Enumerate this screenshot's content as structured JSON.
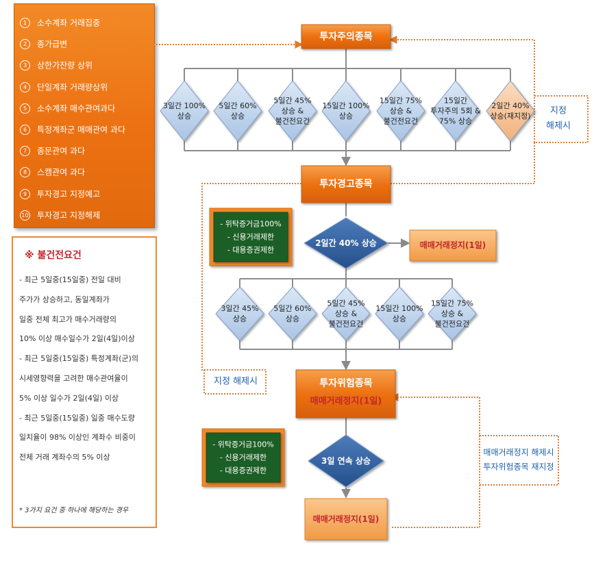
{
  "legend": {
    "items": [
      {
        "num": "1",
        "label": "소수계좌 거래집중"
      },
      {
        "num": "2",
        "label": "종가급변"
      },
      {
        "num": "3",
        "label": "상한가잔량 상위"
      },
      {
        "num": "4",
        "label": "단일계좌 거래량상위"
      },
      {
        "num": "5",
        "label": "소수계좌 매수관여과다"
      },
      {
        "num": "6",
        "label": "특정계좌군 매매관여 과다"
      },
      {
        "num": "7",
        "label": "종문관여 과다"
      },
      {
        "num": "8",
        "label": "스캠관여 과다"
      },
      {
        "num": "9",
        "label": "투자경고 지정예고"
      },
      {
        "num": "10",
        "label": "투자경고 지정해제"
      }
    ]
  },
  "conditions": {
    "title": "※ 불건전요건",
    "lines": [
      "- 최근 5일중(15일중) 전일 대비",
      "  주가가 상승하고, 동일계좌가",
      "  일중 전체 최고가 매수거래량의",
      "  10% 이상 매수일수가 2일(4일)이상",
      "- 최근 5일중(15일중) 특정계좌(군)의",
      "  시세영향력을 고려한 매수관여율이",
      "  5% 이상 일수가 2일(4일) 이상",
      "- 최근 5일중(15일중) 일중 매수도량",
      "  일치율이 98% 이상인 계좌수 비중이",
      "  전체 거래 계좌수의 5% 이상"
    ],
    "footnote": "* 3가지 요건 중 하나에 해당하는 경우"
  },
  "stages": {
    "caution": "투자주의종목",
    "warning": "투자경고종목",
    "risk": "투자위험종목",
    "risk_sub": "매매거래정지(1일)"
  },
  "caution_conditions": [
    [
      "3일간 100%",
      "상승"
    ],
    [
      "5일간 60%",
      "상승"
    ],
    [
      "5일간 45%",
      "상승 &",
      "불건전요건"
    ],
    [
      "15일간 100%",
      "상승"
    ],
    [
      "15일간 75%",
      "상승 &",
      "불건전요건"
    ],
    [
      "15일간",
      "투자주의 5회 &",
      "75% 상승"
    ],
    [
      "2일간 40%",
      "상승(재지정)"
    ]
  ],
  "warning_conditions": [
    [
      "3일간 45%",
      "상승"
    ],
    [
      "5일간 60%",
      "상승"
    ],
    [
      "5일간 45%",
      "상승 &",
      "불건전요건"
    ],
    [
      "15일간 100%",
      "상승"
    ],
    [
      "15일간 75%",
      "상승 &",
      "불건전요건"
    ]
  ],
  "green_boxes": {
    "lines": [
      "- 위탁증거금100%",
      "- 신용거래제한",
      "- 대용증권제한"
    ]
  },
  "decisions": {
    "warning_2day": "2일간 40% 상승",
    "risk_3day": "3일 연속 상승"
  },
  "halts": {
    "warning_halt": "매매거래정지(1일)",
    "risk_halt": "매매거래정지(1일)"
  },
  "side_notes": {
    "caution_release": [
      "지정",
      "해제시"
    ],
    "warning_release": "지정 해제시",
    "risk_release": [
      "매매거래정지 해제시",
      "투자위험종목 재지정"
    ]
  },
  "colors": {
    "orange": "#ec7112",
    "blue_diamond": "#bcd3ec",
    "peach_diamond": "#f7c7a0",
    "dark_blue_diamond": "#2f5f9e",
    "green_box": "#1d5f25",
    "red_text": "#c2272d",
    "blue_text": "#1f5fae"
  }
}
